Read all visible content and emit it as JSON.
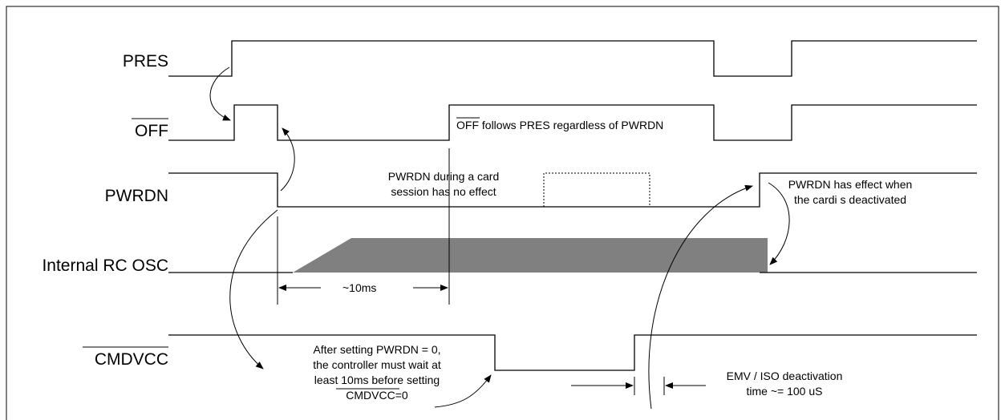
{
  "signals": {
    "pres": "PRES",
    "off": "OFF",
    "pwrdn": "PWRDN",
    "osc": "Internal RC OSC",
    "cmdvcc": "CMDVCC"
  },
  "annotations": {
    "off_follows_bar": "OFF",
    "off_follows_rest": " follows PRES regardless of PWRDN",
    "pwrdn_session_1": "PWRDN during a card",
    "pwrdn_session_2": "session has no effect",
    "pwrdn_effect_1": "PWRDN has effect when",
    "pwrdn_effect_2": "the cardi s deactivated",
    "ten_ms": "~10ms",
    "after_1": "After setting PWRDN = 0,",
    "after_2": "the controller must wait at",
    "after_3": "least 10ms before setting",
    "after_4_bar": "CMDVCC",
    "after_4_rest": "=0",
    "emv_1": "EMV / ISO  deactivation",
    "emv_2": "time ~= 100 uS"
  },
  "colors": {
    "osc_fill": "#808080",
    "line": "#000000"
  }
}
